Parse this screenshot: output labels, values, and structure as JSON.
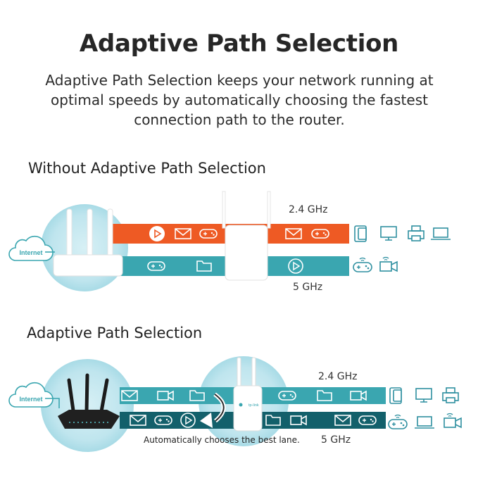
{
  "header": {
    "title": "Adaptive Path Selection",
    "subtitle_line1": "Adaptive Path Selection keeps your network running at",
    "subtitle_line2": "optimal speeds by automatically choosing the fastest",
    "subtitle_line3": "connection path to the router."
  },
  "without_section": {
    "heading": "Without Adaptive Path Selection",
    "cloud_label": "Internet",
    "band_24": "2.4 GHz",
    "band_5": "5 GHz"
  },
  "adaptive_section": {
    "heading": "Adaptive Path Selection",
    "cloud_label": "Internet",
    "band_24": "2.4 GHz",
    "band_5": "5 GHz",
    "caption": "Automatically chooses the best lane.",
    "extender_logo": "tp-link"
  },
  "colors": {
    "lane_orange": "#ee5a24",
    "lane_teal": "#3aa6b0",
    "lane_teal_dark": "#13606b",
    "halo": "#b9e2ec",
    "icon_stroke": "#2e8fa0"
  }
}
